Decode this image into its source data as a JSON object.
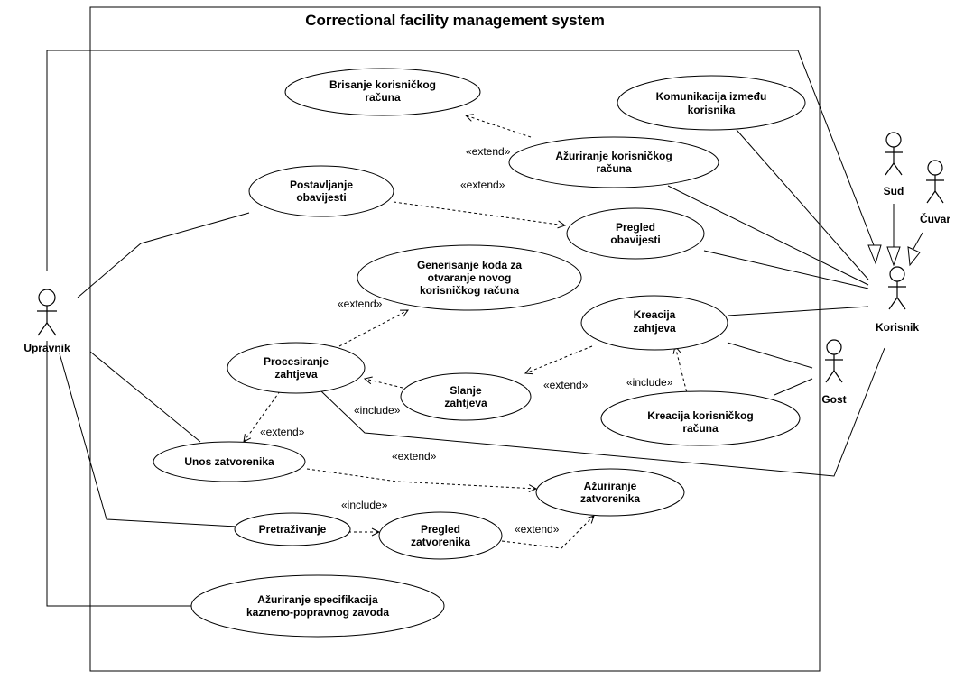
{
  "system": {
    "title": "Correctional facility management system"
  },
  "actors": {
    "upravnik": "Upravnik",
    "korisnik": "Korisnik",
    "sud": "Sud",
    "cuvar": "Čuvar",
    "gost": "Gost"
  },
  "use_cases": {
    "brisanje": [
      "Brisanje korisničkog",
      "računa"
    ],
    "komunikacija": [
      "Komunikacija između",
      "korisnika"
    ],
    "azuriranje_racuna": [
      "Ažuriranje korisničkog",
      "računa"
    ],
    "postavljanje": [
      "Postavljanje",
      "obavijesti"
    ],
    "pregled_obavijesti": [
      "Pregled",
      "obavijesti"
    ],
    "generisanje": [
      "Generisanje koda za",
      "otvaranje novog",
      "korisničkog računa"
    ],
    "kreacija_zahtjeva": [
      "Kreacija",
      "zahtjeva"
    ],
    "procesiranje": [
      "Procesiranje",
      "zahtjeva"
    ],
    "slanje": [
      "Slanje",
      "zahtjeva"
    ],
    "kreacija_racuna": [
      "Kreacija korisničkog",
      "računa"
    ],
    "unos": [
      "Unos zatvorenika"
    ],
    "azuriranje_zatvorenika": [
      "Ažuriranje",
      "zatvorenika"
    ],
    "pretrazivanje": [
      "Pretraživanje"
    ],
    "pregled_zatvorenika": [
      "Pregled",
      "zatvorenika"
    ],
    "azuriranje_specifikacije": [
      "Ažuriranje specifikacija",
      "kazneno-popravnog zavoda"
    ]
  },
  "stereotypes": {
    "extend": "«extend»",
    "include": "«include»"
  }
}
